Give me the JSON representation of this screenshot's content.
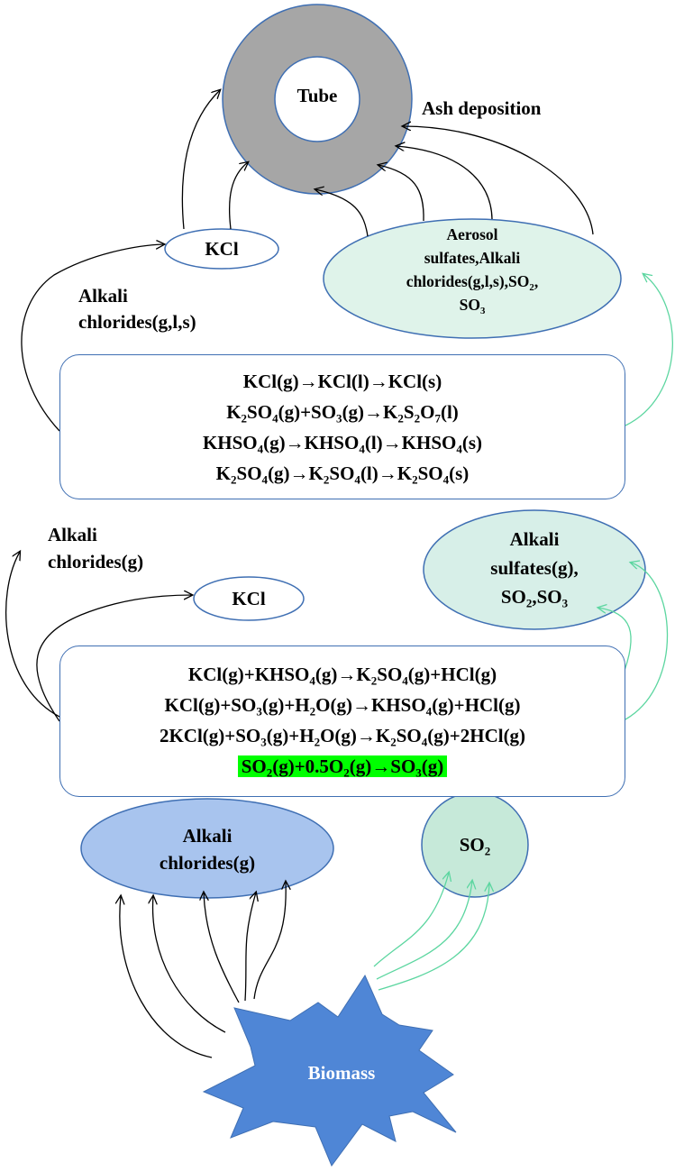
{
  "colors": {
    "tube_ring": "#a6a6a6",
    "node_outline": "#3f6fb3",
    "aerosol_fill": "#dff3ea",
    "sulfates_fill": "#d7efe8",
    "chlorides_fill": "#a8c4ee",
    "so2_fill": "#c6e9d9",
    "biomass_fill": "#4f86d6",
    "green_arrow": "#5cd6a0",
    "highlight": "#00ff00"
  },
  "tube": {
    "label": "Tube"
  },
  "ash_deposition": {
    "label": "Ash deposition"
  },
  "kcl_top": {
    "label": "KCl"
  },
  "aerosol": {
    "line1": "Aerosol",
    "line2": "sulfates,Alkali",
    "line3_a": "chlorides(g,l,s),SO",
    "line3_sub": "2",
    "line3_b": ",",
    "line4_a": "SO",
    "line4_sub": "3"
  },
  "alkali_chlorides_gls": {
    "line1": "Alkali",
    "line2": "chlorides(g,l,s)"
  },
  "condensation_box": {
    "eq1": "KCl(g)→KCl(l)→KCl(s)",
    "eq2": {
      "a": "K",
      "s1": "2",
      "b": "SO",
      "s2": "4",
      "c": "(g)+SO",
      "s3": "3",
      "d": "(g)→K",
      "s4": "2",
      "e": "S",
      "s5": "2",
      "f": "O",
      "s6": "7",
      "g": "(l)"
    },
    "eq3": {
      "a": "KHSO",
      "s1": "4",
      "b": "(g)→KHSO",
      "s2": "4",
      "c": "(l)→KHSO",
      "s3": "4",
      "d": "(s)"
    },
    "eq4": {
      "a": "K",
      "s1": "2",
      "b": "SO",
      "s2": "4",
      "c": "(g)→K",
      "s3": "2",
      "d": "SO",
      "s4": "4",
      "e": "(l)→K",
      "s5": "2",
      "f": "SO",
      "s6": "4",
      "g": "(s)"
    }
  },
  "alkali_chlorides_g_label": {
    "line1": "Alkali",
    "line2": "chlorides(g)"
  },
  "kcl_mid": {
    "label": "KCl"
  },
  "alkali_sulfates": {
    "line1": "Alkali",
    "line2": "sulfates(g),",
    "line3_a": "SO",
    "line3_s1": "2",
    "line3_b": ",SO",
    "line3_s2": "3"
  },
  "reaction_box": {
    "eq1": {
      "a": "KCl(g)+KHSO",
      "s1": "4",
      "b": "(g)→K",
      "s2": "2",
      "c": "SO",
      "s3": "4",
      "d": "(g)+HCl(g)"
    },
    "eq2": {
      "a": "KCl(g)+SO",
      "s1": "3",
      "b": "(g)+H",
      "s2": "2",
      "c": "O(g)→KHSO",
      "s3": "4",
      "d": "(g)+HCl(g)"
    },
    "eq3": {
      "a": "2KCl(g)+SO",
      "s1": "3",
      "b": "(g)+H",
      "s2": "2",
      "c": "O(g)→K",
      "s3": "2",
      "d": "SO",
      "s4": "4",
      "e": "(g)+2HCl(g)"
    },
    "eq4": {
      "a": "SO",
      "s1": "2",
      "b": "(g)+0.5O",
      "s2": "2",
      "c": "(g)→SO",
      "s3": "3",
      "d": "(g)"
    }
  },
  "alkali_chlorides_bottom": {
    "line1": "Alkali",
    "line2": "chlorides(g)"
  },
  "so2_bottom": {
    "a": "SO",
    "sub": "2"
  },
  "biomass": {
    "label": "Biomass"
  }
}
